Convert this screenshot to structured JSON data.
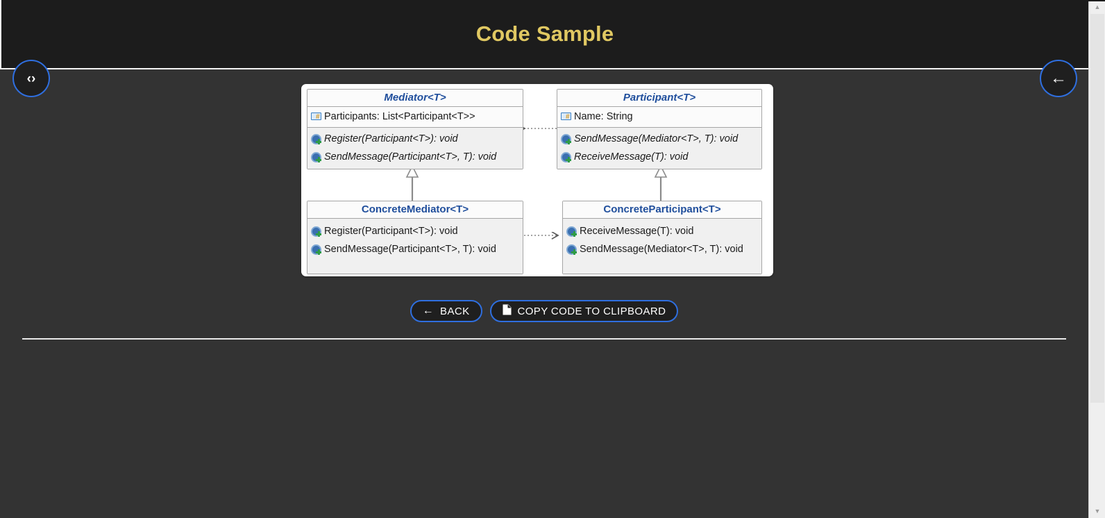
{
  "header": {
    "title": "Code Sample",
    "title_color": "#e0c862",
    "bg_color": "#1c1c1c"
  },
  "fabs": [
    {
      "name": "code-toggle",
      "glyph": "‹›",
      "label": "code"
    },
    {
      "name": "back-arrow",
      "glyph": "←",
      "label": "back"
    }
  ],
  "actions": {
    "back": {
      "icon": "←",
      "label": "BACK"
    },
    "copy": {
      "icon": "὜E",
      "label": "COPY CODE TO CLIPBOARD"
    },
    "border_color": "#2f6fe0"
  },
  "diagram": {
    "type": "uml-class-diagram",
    "classes": [
      {
        "id": "mediator",
        "name": "Mediator<T>",
        "abstract": true,
        "fields": [
          {
            "icon": "field-icon",
            "text": "Participants: List<Participant<T>>"
          }
        ],
        "methods": [
          {
            "icon": "method-icon",
            "text": "Register(Participant<T>): void",
            "abstract": true
          },
          {
            "icon": "method-icon",
            "text": "SendMessage(Participant<T>, T): void",
            "abstract": true
          }
        ]
      },
      {
        "id": "participant",
        "name": "Participant<T>",
        "abstract": true,
        "fields": [
          {
            "icon": "field-icon",
            "text": "Name: String"
          }
        ],
        "methods": [
          {
            "icon": "method-icon",
            "text": "SendMessage(Mediator<T>, T): void",
            "abstract": true
          },
          {
            "icon": "method-icon",
            "text": "ReceiveMessage(T): void",
            "abstract": true
          }
        ]
      },
      {
        "id": "concrete-mediator",
        "name": "ConcreteMediator<T>",
        "abstract": false,
        "fields": [],
        "methods": [
          {
            "icon": "method-icon",
            "text": "Register(Participant<T>): void",
            "abstract": false
          },
          {
            "icon": "method-icon",
            "text": "SendMessage(Participant<T>, T): void",
            "abstract": false
          }
        ]
      },
      {
        "id": "concrete-participant",
        "name": "ConcreteParticipant<T>",
        "abstract": false,
        "fields": [],
        "methods": [
          {
            "icon": "method-icon",
            "text": "ReceiveMessage(T): void",
            "abstract": false
          },
          {
            "icon": "method-icon",
            "text": "SendMessage(Mediator<T>, T): void",
            "abstract": false
          }
        ]
      }
    ],
    "relations": [
      {
        "from": "participant",
        "to": "mediator",
        "style": "dotted",
        "arrow": "open",
        "kind": "dependency"
      },
      {
        "from": "concrete-mediator",
        "to": "concrete-participant",
        "style": "dotted",
        "arrow": "open",
        "kind": "dependency"
      },
      {
        "from": "concrete-mediator",
        "to": "mediator",
        "style": "solid",
        "arrow": "hollow-triangle",
        "kind": "inheritance"
      },
      {
        "from": "concrete-participant",
        "to": "participant",
        "style": "solid",
        "arrow": "hollow-triangle",
        "kind": "inheritance"
      }
    ],
    "title_color": "#1f4e9c",
    "box_border": "#a6a6a6",
    "card_bg": "#ffffff"
  },
  "scrollbar": {
    "up": "▲",
    "down": "▼"
  }
}
